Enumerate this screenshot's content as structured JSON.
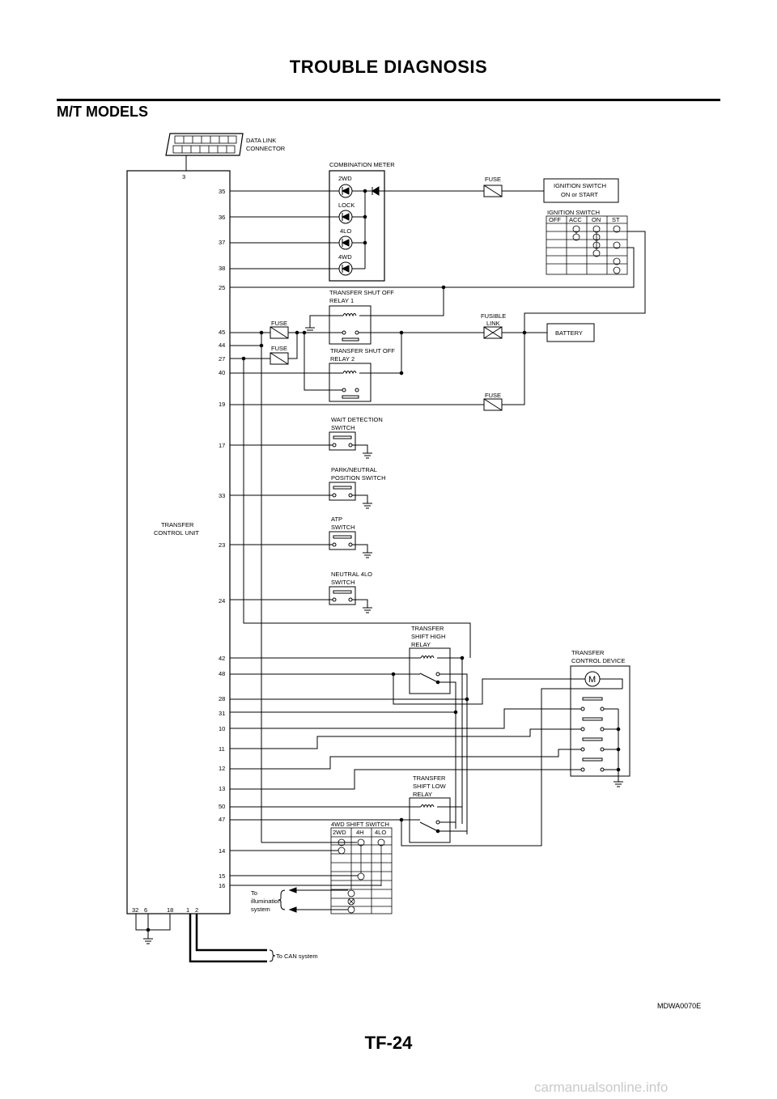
{
  "header": {
    "title": "TROUBLE DIAGNOSIS",
    "section": "M/T MODELS"
  },
  "footer": {
    "page_number": "TF-24",
    "figure_code": "MDWA0070E",
    "watermark": "carmanualsonline.info"
  },
  "labels": {
    "data_link_connector": [
      "DATA LINK",
      "CONNECTOR"
    ],
    "combination_meter": "COMBINATION METER",
    "meter_lamps": [
      "2WD",
      "LOCK",
      "4LO",
      "4WD"
    ],
    "fuse": "FUSE",
    "ignition_switch_on_start": [
      "IGNITION SWITCH",
      "ON or START"
    ],
    "ignition_switch": "IGNITION SWITCH",
    "ignition_positions": [
      "OFF",
      "ACC",
      "ON",
      "ST"
    ],
    "transfer_shut_off_relay_1": [
      "TRANSFER SHUT OFF",
      "RELAY 1"
    ],
    "transfer_shut_off_relay_2": [
      "TRANSFER SHUT OFF",
      "RELAY 2"
    ],
    "fusible_link": [
      "FUSIBLE",
      "LINK"
    ],
    "battery": "BATTERY",
    "wait_detection_switch": [
      "WAIT DETECTION",
      "SWITCH"
    ],
    "park_neutral_switch": [
      "PARK/NEUTRAL",
      "POSITION SWITCH"
    ],
    "atp_switch": [
      "ATP",
      "SWITCH"
    ],
    "neutral_4lo_switch": [
      "NEUTRAL 4LO",
      "SWITCH"
    ],
    "transfer_control_unit": [
      "TRANSFER",
      "CONTROL UNIT"
    ],
    "transfer_shift_high_relay": [
      "TRANSFER",
      "SHIFT HIGH",
      "RELAY"
    ],
    "transfer_control_device": [
      "TRANSFER",
      "CONTROL DEVICE"
    ],
    "motor": "M",
    "transfer_shift_low_relay": [
      "TRANSFER",
      "SHIFT LOW",
      "RELAY"
    ],
    "shift_switch": "4WD SHIFT SWITCH",
    "shift_positions": [
      "2WD",
      "4H",
      "4LO"
    ],
    "to_illumination": [
      "To",
      "illumination",
      "system"
    ],
    "to_can": "To CAN system",
    "dlc_pin": "3",
    "bottom_pins": [
      "32",
      "6",
      "18",
      "1",
      "2"
    ]
  },
  "tcu_pins": [
    "35",
    "36",
    "37",
    "38",
    "25",
    "45",
    "44",
    "27",
    "40",
    "19",
    "17",
    "33",
    "23",
    "24",
    "42",
    "48",
    "28",
    "31",
    "10",
    "11",
    "12",
    "13",
    "50",
    "47",
    "14",
    "15",
    "16"
  ]
}
